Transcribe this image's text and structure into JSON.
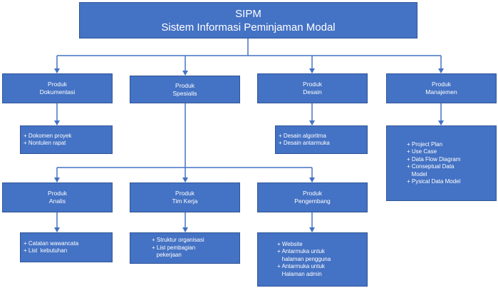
{
  "title": {
    "line1": "SIPM",
    "line2": "Sistem Informasi Peminjaman Modal"
  },
  "colors": {
    "box_fill": "#4472c4",
    "box_border": "#2f5597",
    "connector": "#4472c4",
    "text": "#ffffff"
  },
  "products": {
    "dokumentasi": {
      "line1": "Produk",
      "line2": "Dokumentasi"
    },
    "spesialis": {
      "line1": "Produk",
      "line2": "Spesialis"
    },
    "desain": {
      "line1": "Produk",
      "line2": "Desain"
    },
    "manajemen": {
      "line1": "Produk",
      "line2": "Manajemen"
    },
    "analis": {
      "line1": "Produk",
      "line2": "Analis"
    },
    "timkerja": {
      "line1": "Produk",
      "line2": "Tim Kerja"
    },
    "pengembang": {
      "line1": "Produk",
      "line2": "Pengembang"
    }
  },
  "lists": {
    "dokumentasi": [
      "+ Dokomen proyek",
      "+ Nontulen rapat"
    ],
    "desain": [
      "+ Desain algoritma",
      "+ Desain antarmuka"
    ],
    "manajemen": [
      "+ Project Plan",
      "+ Use Case",
      "+ Data Flow Diagram",
      "+ Conseptual Data",
      "   Model",
      "+ Pysical Data Model"
    ],
    "analis": [
      "+ Catatan wawancata",
      "+ List  kebutuhan"
    ],
    "timkerja": [
      "+ Struktur organisasi",
      "+ List pembagian",
      "   pekerjaan"
    ],
    "pengembang": [
      "+ Website",
      "+ Antarmuka untuk",
      "   halaman pengguna",
      "+ Antarmuka untuk",
      "   Halaman admin"
    ]
  }
}
